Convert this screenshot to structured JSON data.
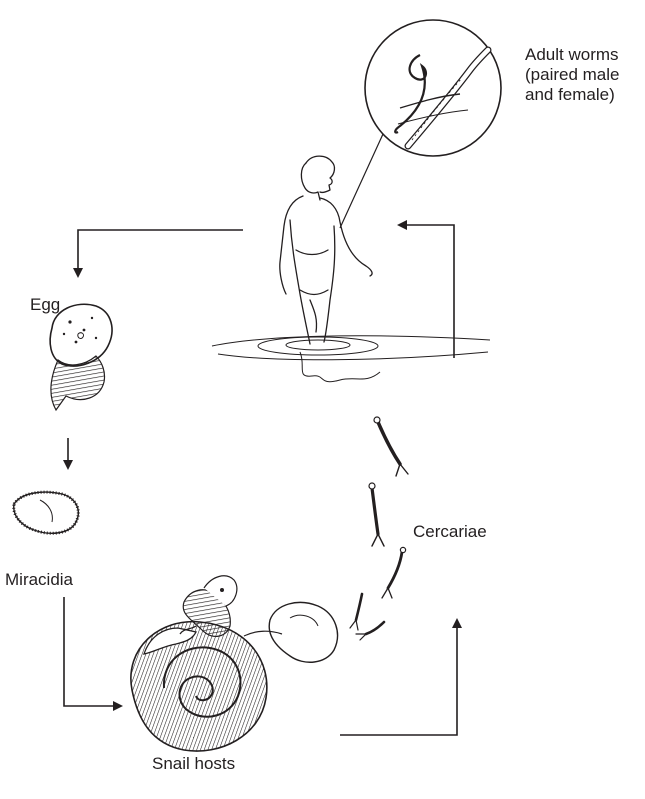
{
  "labels": {
    "adult_worms": "Adult worms\n(paired male\nand female)",
    "egg": "Egg",
    "miracidia": "Miracidia",
    "cercariae": "Cercariae",
    "snail_hosts": "Snail hosts"
  },
  "colors": {
    "ink": "#231f20",
    "background": "#ffffff"
  },
  "icons": [
    "adult-worms-icon",
    "human-figure",
    "egg-icon",
    "miracidium-icon",
    "cercaria-icon",
    "snail-icon"
  ]
}
